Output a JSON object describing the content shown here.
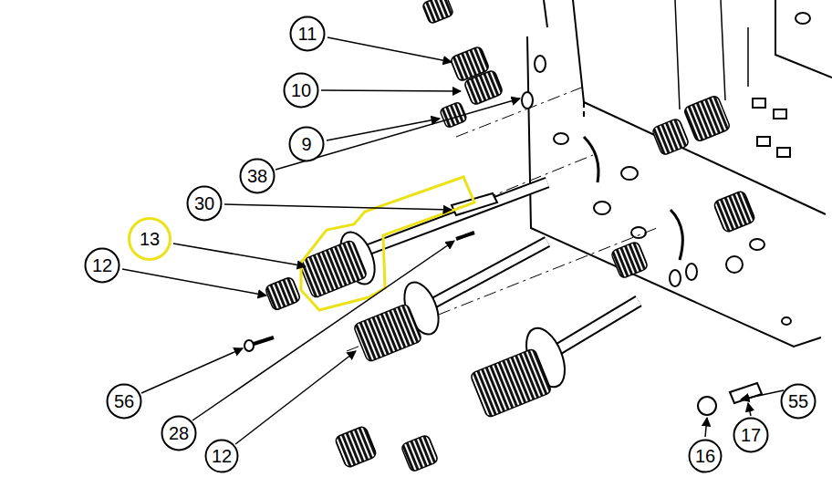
{
  "diagram": {
    "nodes": [
      {
        "text": [
          "11"
        ]
      },
      {
        "text": [
          "10"
        ]
      },
      {
        "text": [
          "9"
        ]
      },
      {
        "text": [
          "38"
        ]
      },
      {
        "text": [
          "30"
        ]
      },
      {
        "text": [
          "13"
        ]
      },
      {
        "text": [
          "12"
        ]
      },
      {
        "text": [
          "56"
        ]
      },
      {
        "text": [
          "28"
        ]
      },
      {
        "text": [
          "12"
        ]
      },
      {
        "text": [
          "55"
        ]
      },
      {
        "text": [
          "17"
        ]
      },
      {
        "text": [
          "16"
        ]
      }
    ]
  }
}
